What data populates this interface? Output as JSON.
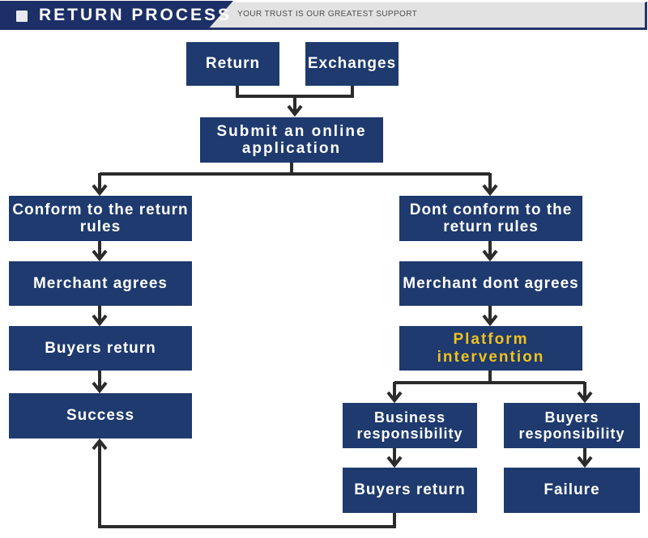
{
  "header": {
    "title": "RETURN PROCESS",
    "slogan": "YOUR TRUST IS OUR GREATEST SUPPORT"
  },
  "colors": {
    "header_navy": "#1c2f66",
    "node_navy": "#1e3a6e",
    "line": "#2b2b2b",
    "gold_text": "#f2c21d",
    "gray_bar": "#e2e2e2",
    "node_text": "#ffffff"
  },
  "flowchart": {
    "nodes": {
      "return": {
        "label": "Return"
      },
      "exchanges": {
        "label": "Exchanges"
      },
      "submit": {
        "label": "Submit an online application"
      },
      "conform": {
        "label": "Conform to the return rules"
      },
      "dont_conform": {
        "label": "Dont conform to the return rules"
      },
      "agrees": {
        "label": "Merchant agrees"
      },
      "dont_agrees": {
        "label": "Merchant dont agrees"
      },
      "buyers_return_1": {
        "label": "Buyers return"
      },
      "platform": {
        "label": "Platform intervention"
      },
      "success": {
        "label": "Success"
      },
      "business_resp": {
        "label": "Business responsibility"
      },
      "buyers_resp": {
        "label": "Buyers responsibility"
      },
      "buyers_return_2": {
        "label": "Buyers return"
      },
      "failure": {
        "label": "Failure"
      }
    },
    "edges": [
      "return -> submit",
      "exchanges -> submit",
      "submit -> conform",
      "submit -> dont_conform",
      "conform -> agrees",
      "agrees -> buyers_return_1",
      "buyers_return_1 -> success",
      "dont_conform -> dont_agrees",
      "dont_agrees -> platform",
      "platform -> business_resp",
      "platform -> buyers_resp",
      "business_resp -> buyers_return_2",
      "buyers_resp -> failure",
      "buyers_return_2 -> success",
      "buyers_resp -> failure"
    ]
  }
}
